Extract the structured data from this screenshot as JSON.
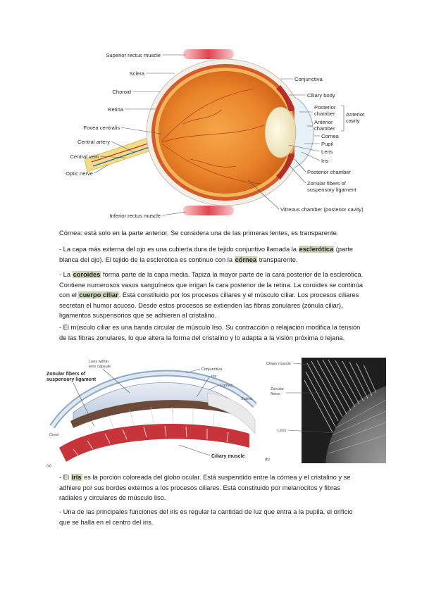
{
  "figure1": {
    "labels": {
      "superior_rectus": "Superior rectus muscle",
      "sclera": "Sclera",
      "choroid": "Choroid",
      "retina": "Retina",
      "fovea": "Fovea centralis",
      "central_artery": "Central artery",
      "central_vein": "Central vein",
      "optic_nerve": "Optic nerve",
      "inferior_rectus": "Inferior rectus muscle",
      "conjunctiva": "Conjunctiva",
      "ciliary_body": "Ciliary body",
      "posterior_chamber_1": "Posterior",
      "posterior_chamber_2": "chamber",
      "anterior_chamber_1": "Anterior",
      "anterior_chamber_2": "chamber",
      "anterior_cavity_1": "Anterior",
      "anterior_cavity_2": "cavity",
      "cornea": "Cornea",
      "pupil": "Pupil",
      "lens": "Lens",
      "iris": "Iris",
      "posterior_chamber": "Posterior chamber",
      "zonular_1": "Zonular fibers of",
      "zonular_2": "suspensory ligament",
      "vitreous": "Vitreous chamber (posterior cavity)"
    }
  },
  "paragraphs": {
    "p1": "Córnea: está solo en la parte anterior. Se considera una de las primeras lentes, es transparente.",
    "p2_a": "- La capa más externa del ojo es una cubierta dura de tejido conjuntivo llamada la ",
    "p2_hl1": "esclerótica",
    "p2_b": " (parte blanca del ojo). El tejido de la esclerótica es continuo con la ",
    "p2_hl2": "córnea",
    "p2_c": " transparente.",
    "p3_a": "- La ",
    "p3_hl1": "coroides",
    "p3_b": " forma parte de la capa media. Tapiza la mayor parte de la cara posterior de la esclerótica. Contiene numerosos vasos sanguíneos que irrigan la cara posterior de la retina. La coroides se continúa con el ",
    "p3_hl2": "cuerpo ciliar",
    "p3_c": ". Está constituido por los procesos ciliares y el músculo ciliar. Los procesos ciliares secretan el humor acuoso. Desde estos procesos se extienden las fibras zonulares (zónula ciliar), ligamentos suspensorios que se adhieren al cristalino.",
    "p4": "- El músculo ciliar es una banda circular de músculo liso. Su contracción o relajación modifica la tensión de las fibras zonulares, lo que altera la forma del cristalino y lo adapta a la visión próxima o lejana.",
    "p5_a": "- El ",
    "p5_hl1": "iris",
    "p5_b": " es la porción coloreada del globo ocular. Está suspendido entre la córnea y el cristalino y se adhiere por sus bordes externos a los procesos ciliares. Está constituido por melanocitos y fibras radiales y circulares de músculo liso.",
    "p6": "- Una de las principales funciones del iris es regular la cantidad de luz que entra a la pupila, el orificio que se halla en el centro del iris."
  },
  "figure2": {
    "labels": {
      "lens_1": "Lens within",
      "lens_2": "lens capsule",
      "conjunctiva": "Conjunctiva",
      "iris": "Iris",
      "cornea": "Cornea",
      "sclera": "Sclera",
      "zonular_1": "Zonular fibers of",
      "zonular_2": "suspensory ligament",
      "crest": "Crest",
      "ciliary_muscle": "Ciliary muscle",
      "panel_a": "(a)"
    }
  },
  "figure3": {
    "labels": {
      "ciliary_muscle": "Ciliary muscle",
      "zonular_1": "Zonular",
      "zonular_2": "fibers",
      "lens": "Lens",
      "panel_b": "(b)"
    }
  }
}
